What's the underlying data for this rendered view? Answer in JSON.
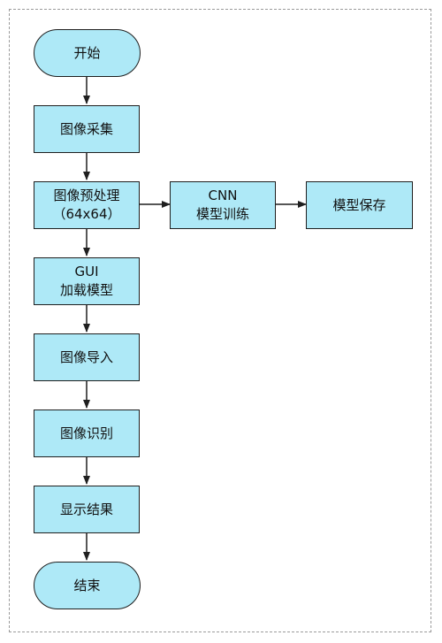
{
  "diagram": {
    "fill_color": "#aee9f7",
    "stroke_color": "#1f1f1f",
    "frame_color": "#9a9a9a",
    "nodes": {
      "start": {
        "lines": [
          "开始"
        ]
      },
      "capture": {
        "lines": [
          "图像采集"
        ]
      },
      "preprocess": {
        "lines": [
          "图像预处理",
          "（64x64）"
        ]
      },
      "cnn_train": {
        "lines": [
          "CNN",
          "模型训练"
        ]
      },
      "model_save": {
        "lines": [
          "模型保存"
        ]
      },
      "gui_load": {
        "lines": [
          "GUI",
          "加载模型"
        ]
      },
      "import": {
        "lines": [
          "图像导入"
        ]
      },
      "recognize": {
        "lines": [
          "图像识别"
        ]
      },
      "show_result": {
        "lines": [
          "显示结果"
        ]
      },
      "end": {
        "lines": [
          "结束"
        ]
      }
    }
  }
}
